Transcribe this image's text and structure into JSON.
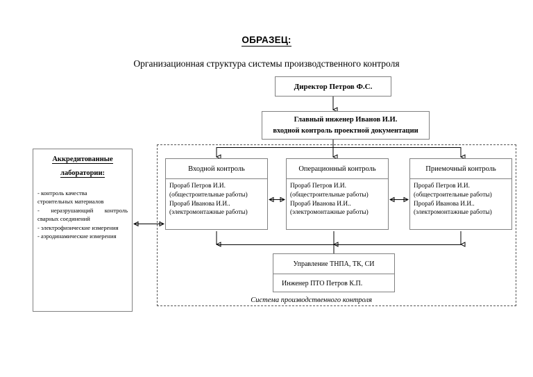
{
  "header": {
    "title": "ОБРАЗЕЦ:",
    "subtitle": "Организационная структура системы производственного контроля"
  },
  "director_box": {
    "label": "Директор Петров Ф.С."
  },
  "engineer_box": {
    "line1": "Главный инженер Иванов И.И.",
    "line2": "входной контроль проектной документации"
  },
  "labs_box": {
    "title_line1": "Аккредитованные",
    "title_line2": "лаборатории:",
    "items": [
      "- контроль качества",
      "строительных материалов",
      "- неразрушающий контроль",
      "сварных соединений",
      "- электрофизические измерения",
      "- аэродинамические измерения"
    ]
  },
  "control_columns": [
    {
      "heading": "Входной контроль",
      "body": [
        "Прораб Петров И.И.",
        "(общестроительные работы)",
        "Прораб Иванова И.И..",
        "(электромонтажные работы)"
      ]
    },
    {
      "heading": "Операционный контроль",
      "body": [
        "Прораб Петров И.И.",
        "(общестроительные работы)",
        "Прораб Иванова И.И..",
        "(электромонтажные работы)"
      ]
    },
    {
      "heading": "Приемочный контроль",
      "body": [
        "Прораб Петров И.И.",
        "(общестроительные работы)",
        "Прораб Иванова И.И..",
        "(электромонтажные работы)"
      ]
    }
  ],
  "management_box": {
    "row1": "Управление ТНПА, ТК, СИ",
    "row2": "Инженер ПТО Петров К.П."
  },
  "system_frame": {
    "caption": "Система производственного контроля"
  },
  "colors": {
    "box_border": "#808080",
    "dashed_border": "#555555",
    "text": "#000000",
    "background": "#ffffff"
  }
}
